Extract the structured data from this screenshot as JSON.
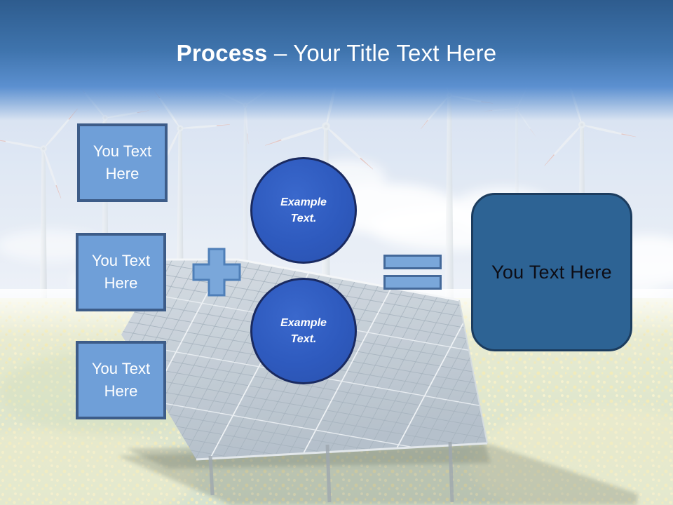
{
  "slide": {
    "title": {
      "bold": "Process",
      "rest": " – Your Title Text Here"
    },
    "steps": [
      {
        "label": "You Text Here"
      },
      {
        "label": "You Text Here"
      },
      {
        "label": "You Text Here"
      }
    ],
    "operators": {
      "plus_icon": "plus-sign",
      "equals_icon": "equals-sign"
    },
    "examples": [
      {
        "label": "Example Text."
      },
      {
        "label": "Example Text."
      }
    ],
    "result": {
      "label": "You Text Here"
    },
    "colors": {
      "header_top": "#2e5c8e",
      "header_bottom": "#5c90d0",
      "placeholder_fill": "#6f9fd8",
      "placeholder_border": "#3d5c88",
      "operator_fill": "#7aa7da",
      "circle_fill": "#2e5abe",
      "circle_border": "#1a2a60",
      "result_fill": "#2d6394",
      "result_border": "#1c3c5e",
      "title_text": "#ffffff",
      "result_text": "#0d0d15"
    }
  }
}
